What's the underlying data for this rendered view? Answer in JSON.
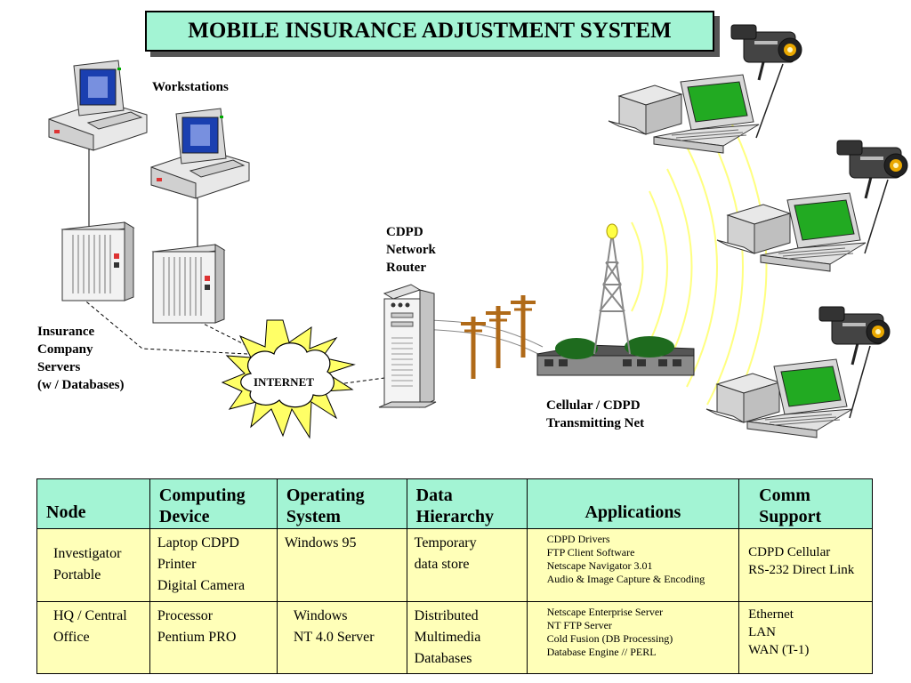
{
  "title": "MOBILE INSURANCE ADJUSTMENT SYSTEM",
  "labels": {
    "workstations": "Workstations",
    "servers": "Insurance\nCompany\nServers\n(w / Databases)",
    "internet": "INTERNET",
    "router": "CDPD\nNetwork\nRouter",
    "cellular": "Cellular / CDPD\nTransmitting Net"
  },
  "colors": {
    "title_bg": "#a3f4d4",
    "header_bg": "#a3f4d4",
    "row_bg": "#ffffb8",
    "wave": "#ffff80",
    "monitor_screen": "#1a3fb0",
    "laptop_screen": "#22aa22",
    "burst": "#ffff66"
  },
  "icons": [
    "workstation-icon",
    "server-rack-icon",
    "internet-cloud-icon",
    "router-tower-icon",
    "utility-pole-icon",
    "cell-tower-icon",
    "laptop-icon",
    "printer-icon",
    "video-camera-icon"
  ],
  "table": {
    "headers": [
      {
        "lines": [
          "Node"
        ]
      },
      {
        "lines": [
          "Computing",
          "Device"
        ]
      },
      {
        "lines": [
          "Operating",
          "System"
        ]
      },
      {
        "lines": [
          "Data",
          "Hierarchy"
        ]
      },
      {
        "lines": [
          "Applications"
        ]
      },
      {
        "lines": [
          "Comm",
          "Support"
        ]
      }
    ],
    "rows": [
      {
        "node": [
          "Investigator",
          "Portable"
        ],
        "device": [
          "Laptop CDPD",
          "Printer",
          "Digital Camera"
        ],
        "os": [
          "Windows 95"
        ],
        "data": [
          "Temporary",
          "data store"
        ],
        "apps": [
          "CDPD Drivers",
          "FTP Client Software",
          "Netscape Navigator 3.01",
          "Audio & Image Capture & Encoding"
        ],
        "comm": [
          "CDPD Cellular",
          "RS-232 Direct Link"
        ]
      },
      {
        "node": [
          "HQ / Central",
          "Office"
        ],
        "device": [
          "Processor",
          "Pentium PRO"
        ],
        "os": [
          "Windows",
          "NT 4.0 Server"
        ],
        "data": [
          "Distributed",
          "Multimedia",
          "Databases"
        ],
        "apps": [
          "Netscape Enterprise Server",
          "NT FTP Server",
          "Cold Fusion (DB Processing)",
          "Database Engine  //  PERL"
        ],
        "comm": [
          "Ethernet",
          "LAN",
          "WAN (T-1)"
        ]
      }
    ]
  }
}
